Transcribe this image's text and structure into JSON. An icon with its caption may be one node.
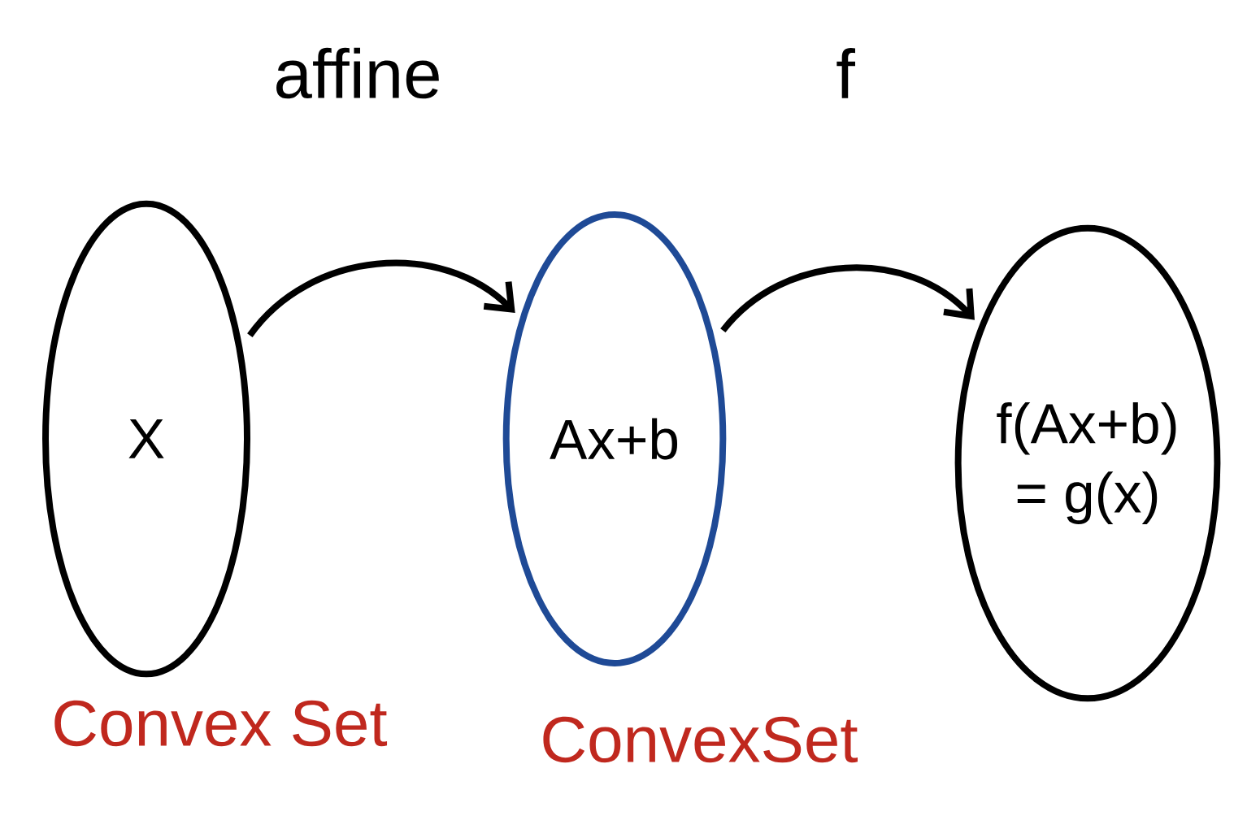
{
  "diagram": {
    "nodes": [
      {
        "text": [
          "X"
        ],
        "beside": [
          "Convex Set"
        ]
      },
      {
        "text": [
          "Ax+b"
        ],
        "beside": [
          "ConvexSet"
        ]
      },
      {
        "text": [
          "f(Ax+b)",
          "= g(x)"
        ]
      }
    ],
    "edges": [
      {
        "from": 0,
        "to": 1,
        "arrow": "to",
        "label": "affine"
      },
      {
        "from": 1,
        "to": 2,
        "arrow": "to",
        "label": "f"
      }
    ]
  }
}
